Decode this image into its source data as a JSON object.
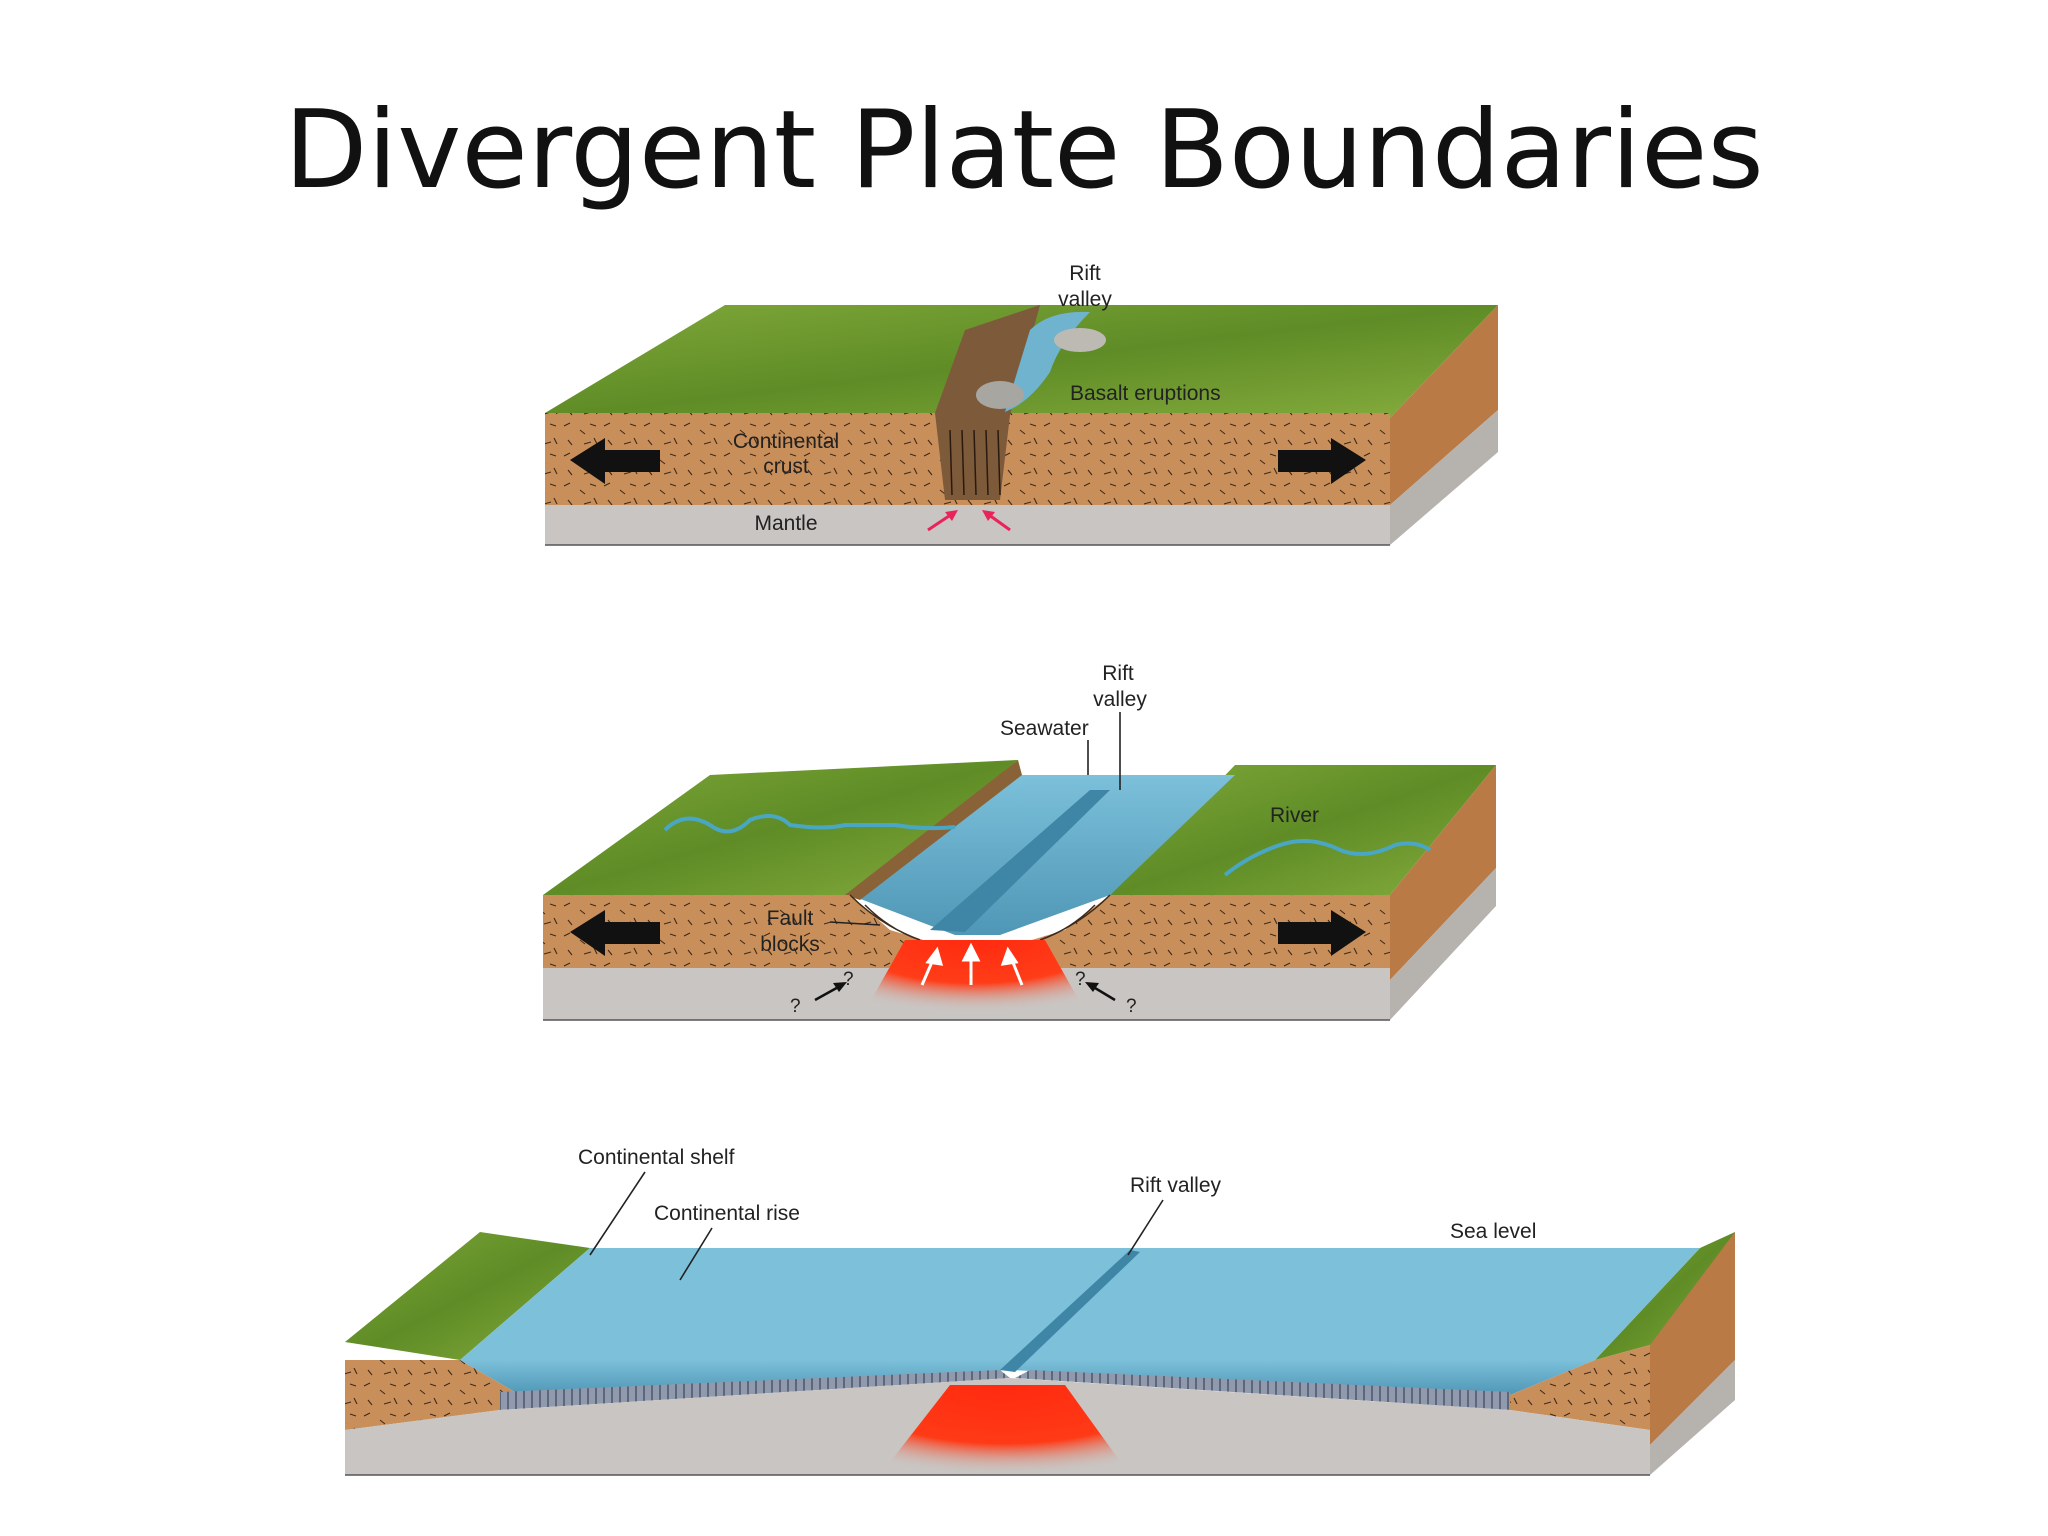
{
  "title": "Divergent Plate Boundaries",
  "panel1": {
    "rift_valley_line1": "Rift",
    "rift_valley_line2": "valley",
    "basalt": "Basalt eruptions",
    "crust_line1": "Continental",
    "crust_line2": "crust",
    "mantle": "Mantle"
  },
  "panel2": {
    "rift_valley_line1": "Rift",
    "rift_valley_line2": "valley",
    "seawater": "Seawater",
    "river": "River",
    "fault_line1": "Fault",
    "fault_line2": "blocks",
    "q1": "?",
    "q2": "?",
    "q3": "?",
    "q4": "?"
  },
  "panel3": {
    "shelf": "Continental shelf",
    "rise": "Continental rise",
    "rift": "Rift valley",
    "sea_level": "Sea level"
  },
  "colors": {
    "grass": "#6f9a2e",
    "crust": "#c98f5a",
    "crust_side": "#b97a45",
    "mantle": "#c9c5c2",
    "water": "#6fb3cf",
    "water_deep": "#4f97b6",
    "magma": "#ff2a10",
    "arrow": "#111111",
    "pink_arrow": "#e8245a"
  }
}
